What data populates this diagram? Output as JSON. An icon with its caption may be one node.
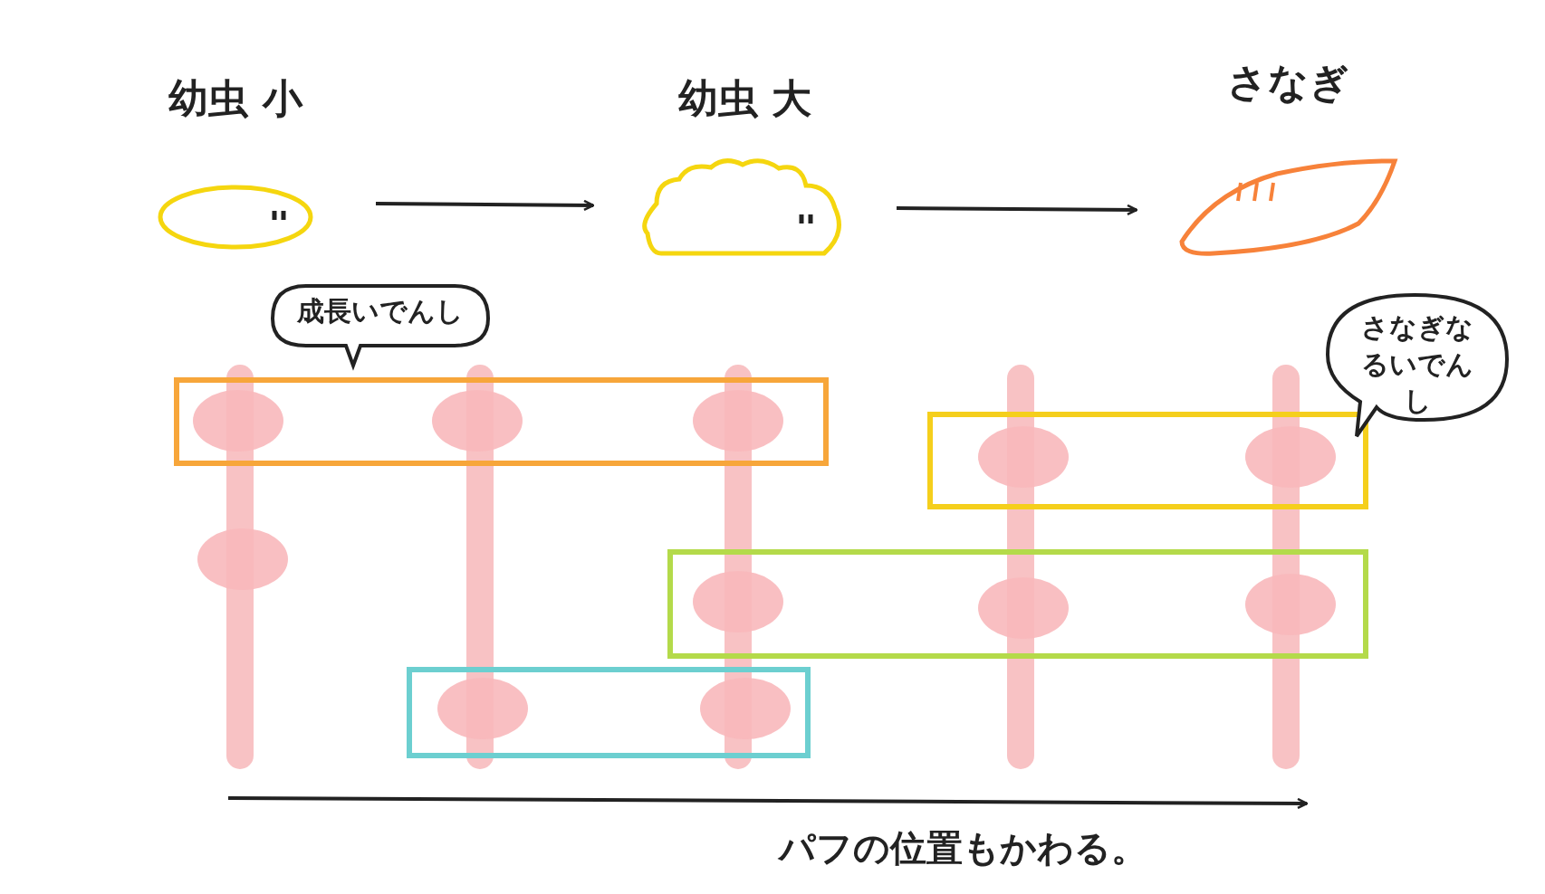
{
  "diagram": {
    "nodes": [
      {
        "text": [
          "幼虫 小"
        ]
      },
      {
        "text": [
          "幼虫 大"
        ]
      },
      {
        "text": [
          "さなぎ"
        ]
      },
      {
        "text": [
          "成長いでんし"
        ]
      },
      {
        "text": [
          "さなぎなるいでんし"
        ]
      }
    ],
    "edges": [
      {
        "from": 0,
        "to": 1,
        "arrow": "to"
      },
      {
        "from": 1,
        "to": 2,
        "arrow": "to"
      }
    ],
    "labels": [
      "パフの位置もかわる。"
    ]
  }
}
